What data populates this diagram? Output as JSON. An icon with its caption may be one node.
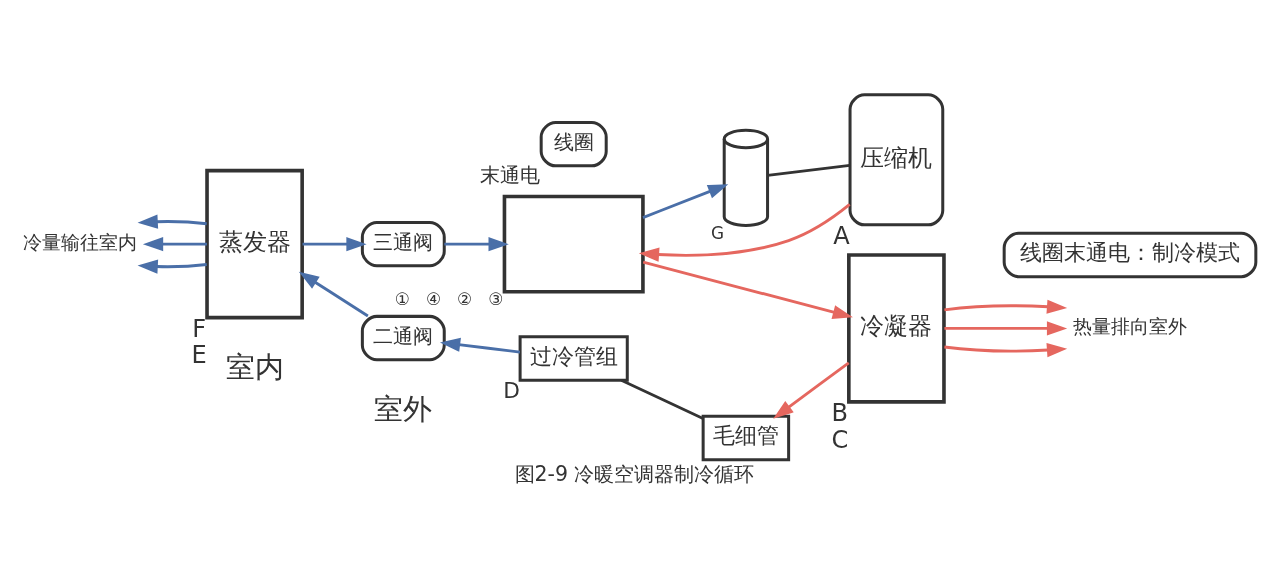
{
  "diagram": {
    "caption": "图2-9 冷暖空调器制冷循环",
    "nodes": [
      {
        "text": [
          "冷量输往室内"
        ]
      },
      {
        "text": [
          "蒸发器"
        ],
        "beside": [
          "F",
          "E"
        ]
      },
      {
        "text": [
          "三通阀"
        ]
      },
      {
        "text": [
          "二通阀"
        ]
      },
      {
        "text": [],
        "shape": "box",
        "beside": [
          "①",
          "④",
          "②",
          "③"
        ]
      },
      {
        "text": [
          "线圈"
        ],
        "beside": [
          "末通电"
        ]
      },
      {
        "text": [],
        "shape": "cylinder",
        "beside": [
          "G"
        ]
      },
      {
        "text": [
          "压缩机"
        ],
        "beside": [
          "A"
        ]
      },
      {
        "text": [
          "线圈末通电：制冷模式"
        ]
      },
      {
        "text": [
          "冷凝器"
        ],
        "beside": [
          "B",
          "C"
        ]
      },
      {
        "text": [
          "热量排向室外"
        ]
      },
      {
        "text": [
          "过冷管组"
        ],
        "beside": [
          "D"
        ]
      },
      {
        "text": [
          "毛细管"
        ]
      }
    ],
    "edges": [
      {
        "from": 1,
        "to": 2,
        "arrow": "to"
      },
      {
        "from": 2,
        "to": 4,
        "arrow": "to"
      },
      {
        "from": 4,
        "to": 6,
        "arrow": "to"
      },
      {
        "from": 6,
        "to": 7,
        "arrow": "none",
        "color": "#333333"
      },
      {
        "from": 7,
        "to": 4,
        "arrow": "to",
        "color": "#e5675f"
      },
      {
        "from": 4,
        "to": 9,
        "arrow": "to",
        "color": "#e5675f"
      },
      {
        "from": 9,
        "to": 12,
        "arrow": "to",
        "color": "#e5675f"
      },
      {
        "from": 12,
        "to": 11,
        "arrow": "none",
        "color": "#333333"
      },
      {
        "from": 11,
        "to": 3,
        "arrow": "to"
      },
      {
        "from": 3,
        "to": 1,
        "arrow": "to"
      },
      {
        "from": 1,
        "to": 0,
        "arrow": "to"
      },
      {
        "from": 1,
        "to": 0,
        "arrow": "to"
      },
      {
        "from": 1,
        "to": 0,
        "arrow": "to"
      },
      {
        "from": 9,
        "to": 10,
        "arrow": "to",
        "color": "#e5675f"
      },
      {
        "from": 9,
        "to": 10,
        "arrow": "to",
        "color": "#e5675f"
      },
      {
        "from": 9,
        "to": 10,
        "arrow": "to",
        "color": "#e5675f"
      }
    ],
    "labels": [
      "室内",
      "室外"
    ]
  }
}
